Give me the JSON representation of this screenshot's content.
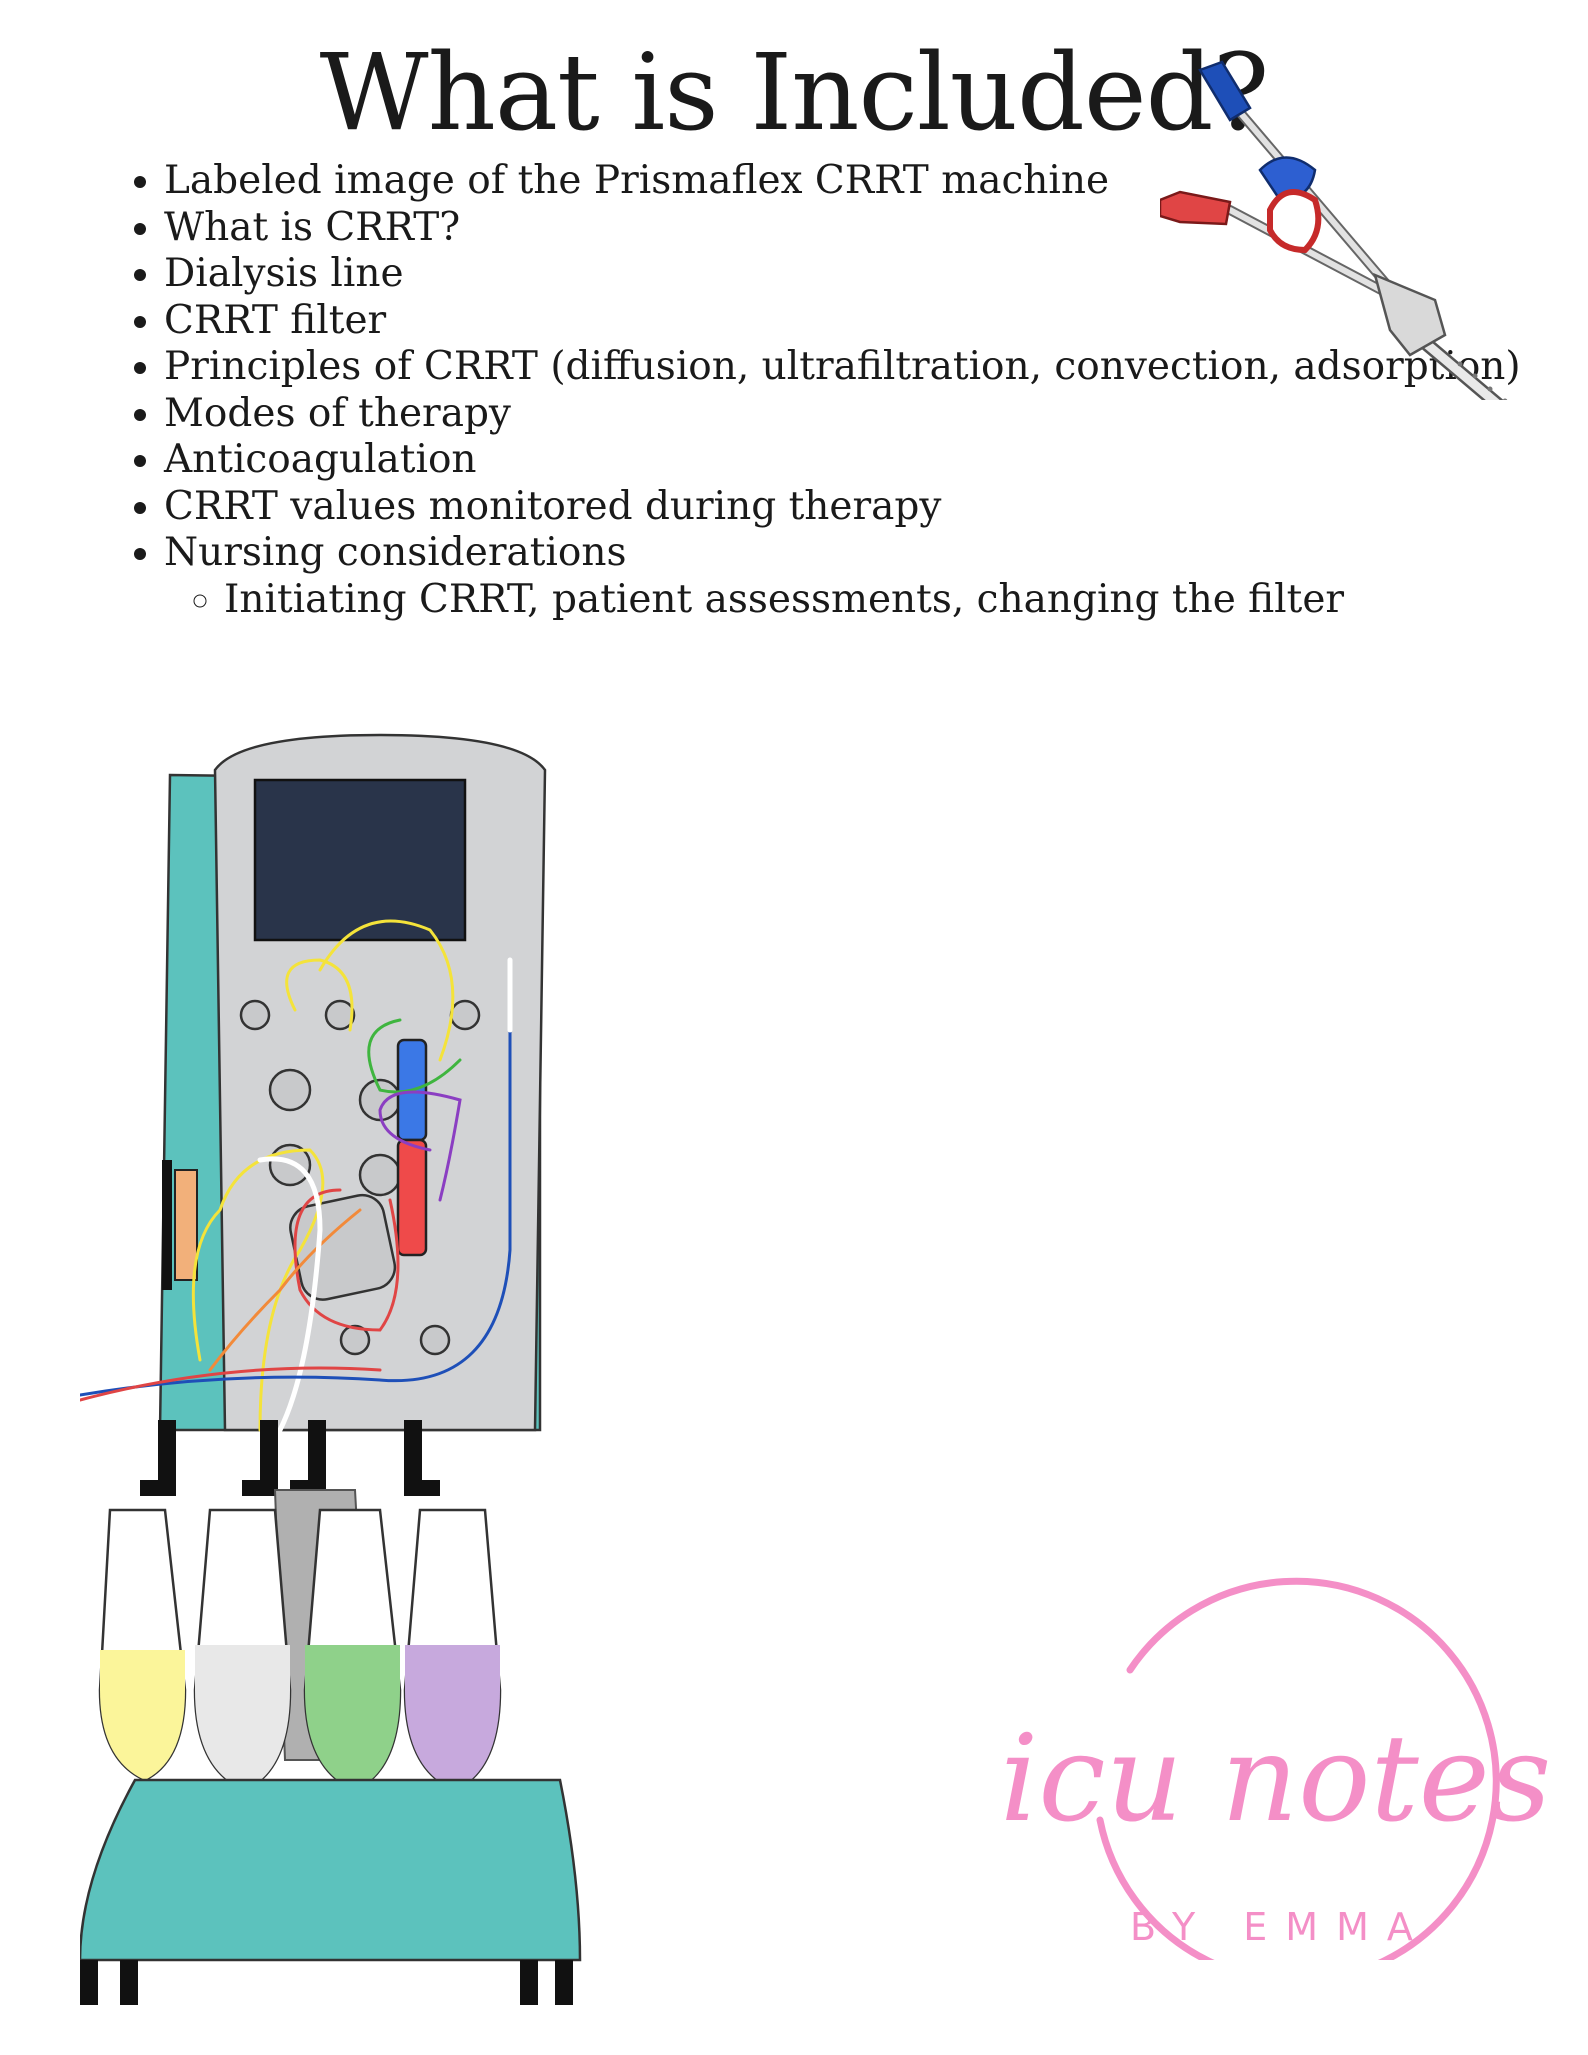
{
  "title": "What is Included?",
  "items": [
    "Labeled image of the Prismaflex CRRT machine",
    "What is CRRT?",
    "Dialysis line",
    "CRRT filter",
    "Principles of CRRT (diffusion, ultrafiltration, convection, adsorption)",
    "Modes of therapy",
    "Anticoagulation",
    "CRRT values monitored during therapy",
    "Nursing considerations"
  ],
  "subitems": [
    "Initiating CRRT, patient assessments, changing the filter"
  ],
  "logo": {
    "script": "icu notes",
    "byline": "BY EMMA",
    "color": "#f48fc7"
  },
  "colors": {
    "machine_teal": "#5cc2bd",
    "panel_gray": "#d2d3d5",
    "screen": "#29344a",
    "filter_blue": "#3b78e6",
    "filter_red": "#ef4a4a",
    "bag_yellow": "#fbf59a",
    "bag_white": "#e8e8e8",
    "bag_green": "#8fd18a",
    "bag_purple": "#c7a9dd"
  }
}
